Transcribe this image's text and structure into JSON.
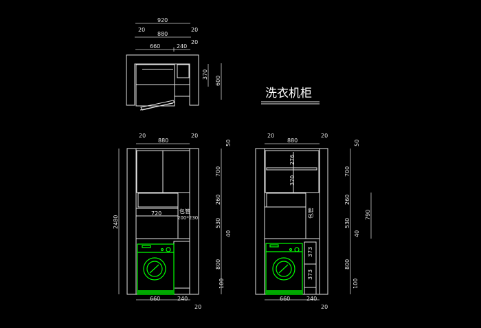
{
  "title": "洗衣机柜",
  "colors": {
    "background": "#000000",
    "lines": "#e6e6e6",
    "washer": "#00ff00"
  },
  "plan": {
    "dim_total": "920",
    "dim_inner": "880",
    "dim_side_left": "20",
    "dim_side_right": "20",
    "dim_washer": "660",
    "dim_side_cab": "240",
    "dim_side_right2": "20",
    "dim_depth_inner": "370",
    "dim_depth": "600"
  },
  "left_elevation": {
    "top_left": "20",
    "top_inner": "880",
    "top_right": "20",
    "height_total": "2480",
    "right_dims": [
      "50",
      "700",
      "260",
      "530",
      "40",
      "800",
      "100"
    ],
    "pipe_label": "包管",
    "pipe_size": "200*230",
    "counter_width": "720",
    "bottom_washer": "660",
    "bottom_cab": "240",
    "bottom_right": "20"
  },
  "right_elevation": {
    "top_left": "20",
    "top_inner": "880",
    "top_right": "20",
    "shelf_dims": [
      "276",
      "370"
    ],
    "side_shelf_dims": [
      "373",
      "373"
    ],
    "pipe_label": "包管",
    "right_dims": [
      "50",
      "700",
      "260",
      "530",
      "40",
      "800",
      "100"
    ],
    "extra_dim": "790",
    "bottom_washer": "660",
    "bottom_cab": "240",
    "bottom_right": "20"
  }
}
